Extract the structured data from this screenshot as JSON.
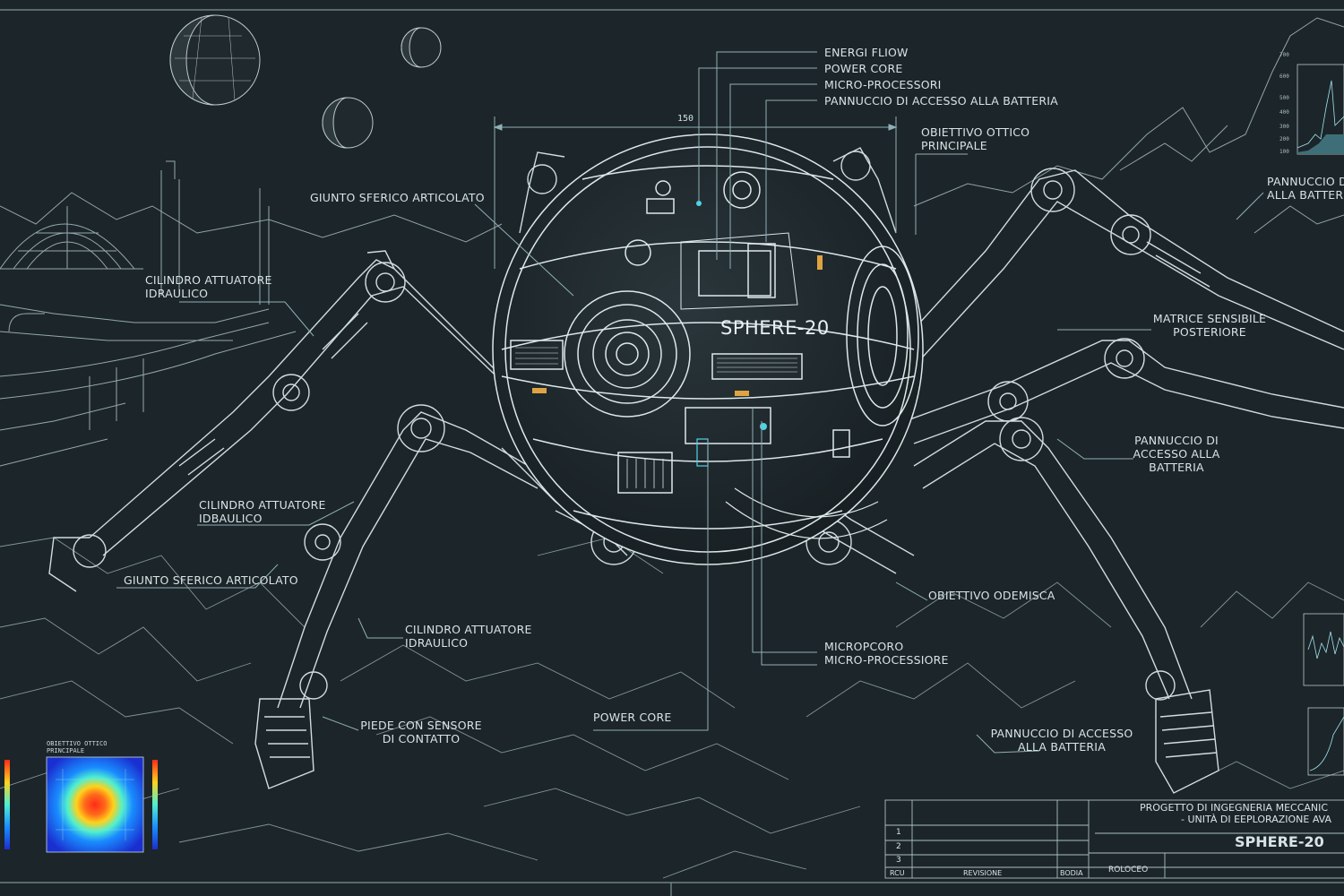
{
  "colors": {
    "background": "#1c2529",
    "line": "#c9d9dc",
    "leader": "#8fb0b6",
    "accent_cyan": "#4fd3e8",
    "accent_orange": "#e0a341"
  },
  "sphere_label": "SPHERE-20",
  "dimension": "150",
  "callouts_top": [
    "ENERGI FLIOW",
    "POWER CORE",
    "MICRO-PROCESSORI",
    "PANNUCCIO DI ACCESSO ALLA BATTERIA"
  ],
  "labels": {
    "giunto_top": "GIUNTO SFERICO ARTICOLATO",
    "cilindro_1": [
      "CILINDRO ATTUATORE",
      "IDRAULICO"
    ],
    "cilindro_2": [
      "CILINDRO ATTUATORE",
      "IDBAULICO"
    ],
    "giunto_bottom": "GIUNTO SFERICO ARTICOLATO",
    "cilindro_3": [
      "CILINDRO ATTUATORE",
      "IDRAULICO"
    ],
    "piede": [
      "PIEDE CON SENSORE",
      "DI CONTATTO"
    ],
    "power_core": "POWER CORE",
    "obiettivo_top": [
      "OBIETTIVO OTTICO",
      "PRINCIPALE"
    ],
    "pannuccio_top_right": [
      "PANNUCCIO DI",
      "ALLA BATTERIA"
    ],
    "matrice": [
      "MATRICE SENSIBILE",
      "POSTERIORE"
    ],
    "pannuccio_mid_right": [
      "PANNUCCIO DI",
      "ACCESSO ALLA",
      "BATTERIA"
    ],
    "obiettivo_odem": "OBIETTIVO ODEMISCA",
    "micropcoro": [
      "MICROPCORO",
      "MICRO-PROCESSIORE"
    ],
    "pannuccio_bottom": [
      "PANNUCCIO DI ACCESSO",
      "ALLA BATTERIA"
    ]
  },
  "heatmap_panel": {
    "title": [
      "OBIETTIVO OTTICO",
      "PRINCIPALE"
    ]
  },
  "title_block": {
    "project": [
      "PROGETTO DI INGEGNERIA MECCANIC",
      "- UNITÀ DI EEPLORAZIONE AVA"
    ],
    "name": "SPHERE-20",
    "rows": [
      "1",
      "2",
      "3"
    ],
    "footer": [
      "RCU",
      "REVISIONE",
      "BODIA",
      "ROLOCEO"
    ]
  },
  "mini_charts": {
    "top_axis": [
      "700",
      "600",
      "500",
      "400",
      "300",
      "200",
      "100"
    ]
  }
}
